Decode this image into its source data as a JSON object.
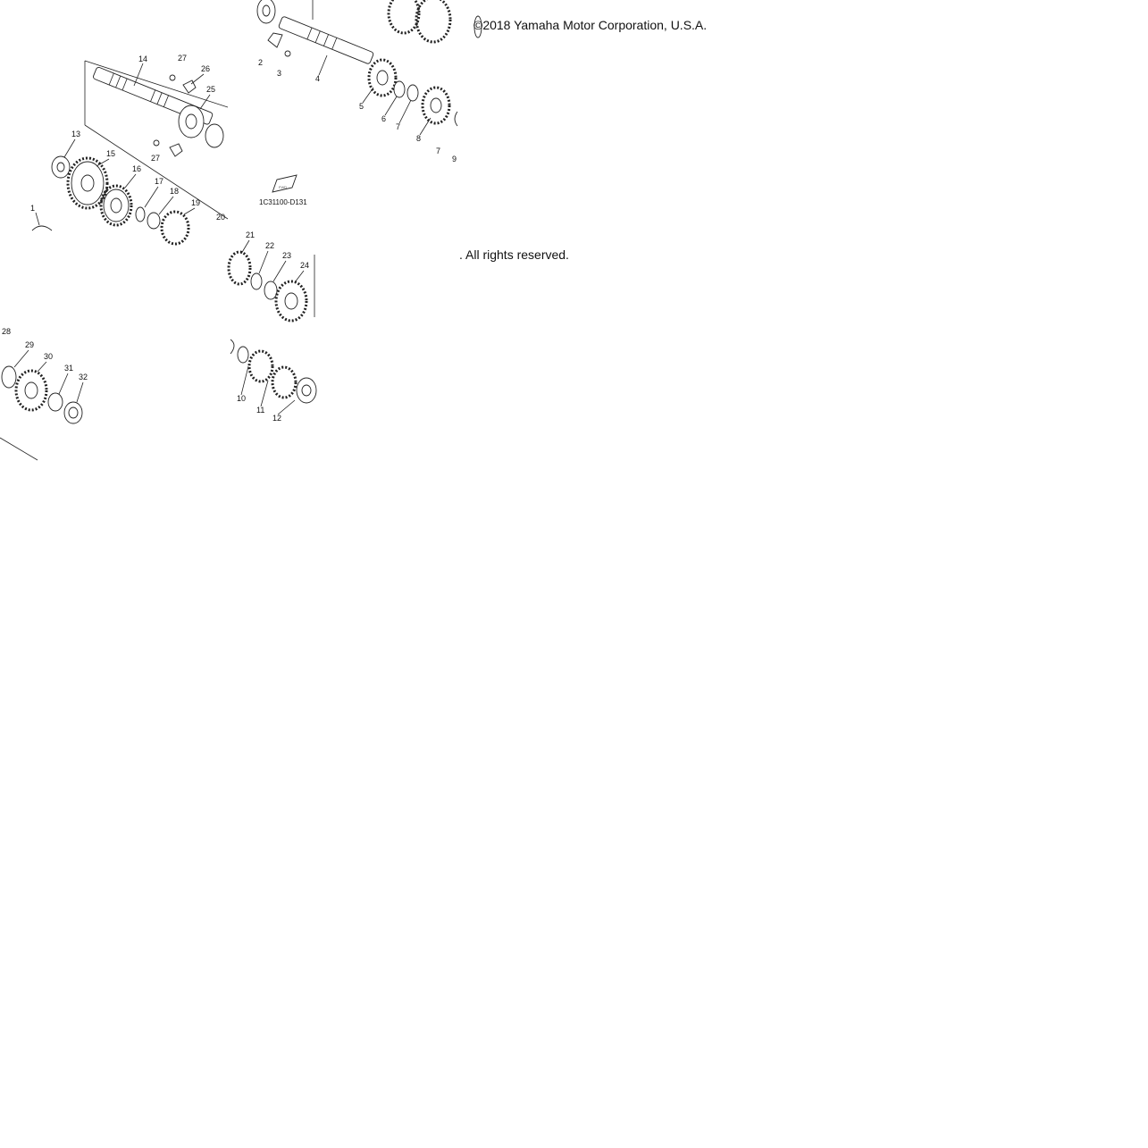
{
  "copyright": {
    "line1": "©2018 Yamaha Motor Corporation, U.S.A.",
    "line2": ". All rights reserved."
  },
  "diagram": {
    "code": "1C31100-D131",
    "fwd_mark": "FWD",
    "callouts": [
      "1",
      "2",
      "3",
      "4",
      "5",
      "6",
      "7",
      "7",
      "8",
      "9",
      "10",
      "11",
      "12",
      "13",
      "14",
      "15",
      "16",
      "17",
      "18",
      "19",
      "20",
      "21",
      "22",
      "23",
      "24",
      "25",
      "26",
      "27",
      "27",
      "28",
      "29",
      "30",
      "31",
      "32"
    ]
  }
}
